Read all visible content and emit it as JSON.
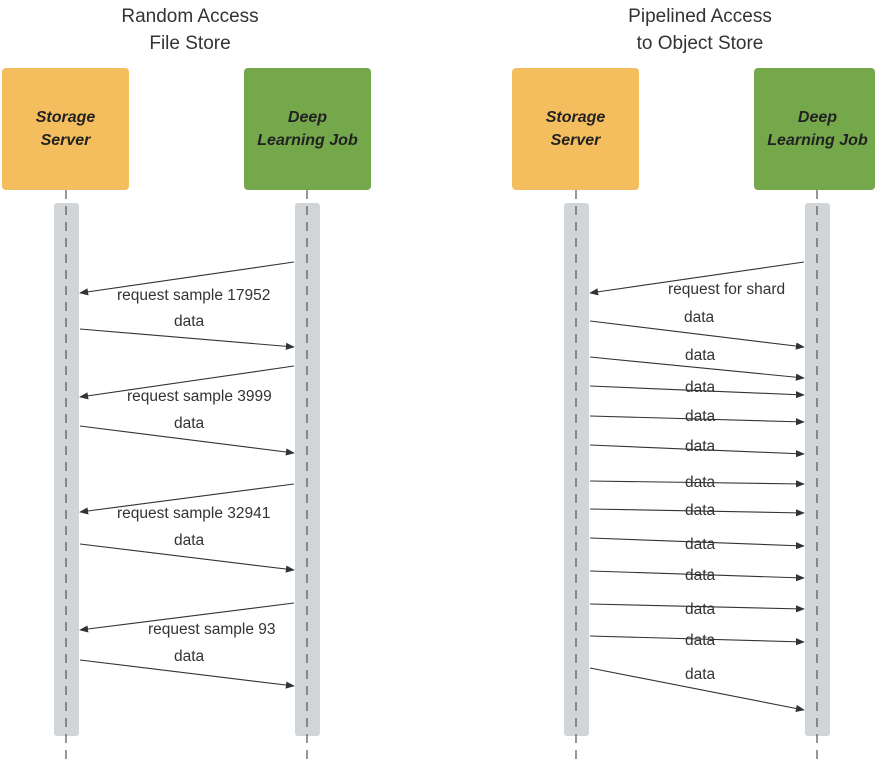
{
  "colors": {
    "storage": "#f4be5e",
    "deep_learning": "#74a84a",
    "lifeline": "#d2d5d8",
    "arrow": "#333333"
  },
  "left": {
    "title_line1": "Random Access",
    "title_line2": "File Store",
    "storage_label": "Storage\nServer",
    "job_label": "Deep\nLearning Job",
    "messages": [
      {
        "direction": "to-storage",
        "label": "request sample 17952"
      },
      {
        "direction": "to-job",
        "label": "data"
      },
      {
        "direction": "to-storage",
        "label": "request sample 3999"
      },
      {
        "direction": "to-job",
        "label": "data"
      },
      {
        "direction": "to-storage",
        "label": "request sample 32941"
      },
      {
        "direction": "to-job",
        "label": "data"
      },
      {
        "direction": "to-storage",
        "label": "request sample 93"
      },
      {
        "direction": "to-job",
        "label": "data"
      }
    ]
  },
  "right": {
    "title_line1": "Pipelined Access",
    "title_line2": "to Object Store",
    "storage_label": "Storage\nServer",
    "job_label": "Deep\nLearning Job",
    "messages": [
      {
        "direction": "to-storage",
        "label": "request for shard"
      },
      {
        "direction": "to-job",
        "label": "data"
      },
      {
        "direction": "to-job",
        "label": "data"
      },
      {
        "direction": "to-job",
        "label": "data"
      },
      {
        "direction": "to-job",
        "label": "data"
      },
      {
        "direction": "to-job",
        "label": "data"
      },
      {
        "direction": "to-job",
        "label": "data"
      },
      {
        "direction": "to-job",
        "label": "data"
      },
      {
        "direction": "to-job",
        "label": "data"
      },
      {
        "direction": "to-job",
        "label": "data"
      },
      {
        "direction": "to-job",
        "label": "data"
      },
      {
        "direction": "to-job",
        "label": "data"
      },
      {
        "direction": "to-job",
        "label": "data"
      }
    ]
  }
}
